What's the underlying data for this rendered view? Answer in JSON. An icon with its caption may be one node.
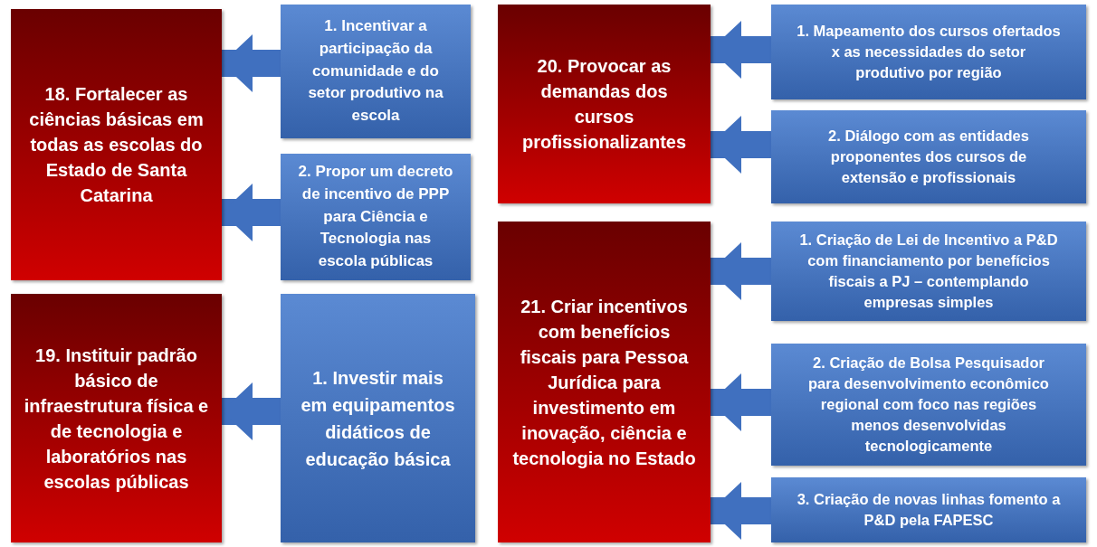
{
  "diagram": {
    "nodes": [
      {
        "text": [
          "18. Fortalecer as ciências básicas em todas as escolas do Estado de Santa Catarina"
        ]
      },
      {
        "text": [
          "1. Incentivar a participação da comunidade e do setor produtivo na escola"
        ]
      },
      {
        "text": [
          "2. Propor um decreto de incentivo de PPP para Ciência e Tecnologia nas escola públicas"
        ]
      },
      {
        "text": [
          "19. Instituir padrão básico de infraestrutura física e de tecnologia e laboratórios nas escolas públicas"
        ]
      },
      {
        "text": [
          "1. Investir mais em equipamentos didáticos de educação básica"
        ]
      },
      {
        "text": [
          "20. Provocar as demandas dos cursos profissionalizantes"
        ]
      },
      {
        "text": [
          "1. Mapeamento dos cursos ofertados x as necessidades do setor produtivo por região"
        ]
      },
      {
        "text": [
          "2. Diálogo com as entidades proponentes dos cursos de extensão e profissionais"
        ]
      },
      {
        "text": [
          "21. Criar incentivos com benefícios fiscais para Pessoa Jurídica para investimento em inovação, ciência e tecnologia no Estado"
        ]
      },
      {
        "text": [
          "1. Criação de Lei de Incentivo a P&D com financiamento por benefícios fiscais a PJ – contemplando empresas simples"
        ]
      },
      {
        "text": [
          "2. Criação de Bolsa Pesquisador para desenvolvimento econômico regional com foco nas regiões menos desenvolvidas tecnologicamente"
        ]
      },
      {
        "text": [
          "3. Criação de novas linhas fomento a P&D pela FAPESC"
        ]
      }
    ],
    "edges": [
      {
        "from": 1,
        "to": 0,
        "arrow": "to"
      },
      {
        "from": 2,
        "to": 0,
        "arrow": "to"
      },
      {
        "from": 4,
        "to": 3,
        "arrow": "to"
      },
      {
        "from": 6,
        "to": 5,
        "arrow": "to"
      },
      {
        "from": 7,
        "to": 5,
        "arrow": "to"
      },
      {
        "from": 9,
        "to": 8,
        "arrow": "to"
      },
      {
        "from": 10,
        "to": 8,
        "arrow": "to"
      },
      {
        "from": 11,
        "to": 8,
        "arrow": "to"
      }
    ]
  }
}
